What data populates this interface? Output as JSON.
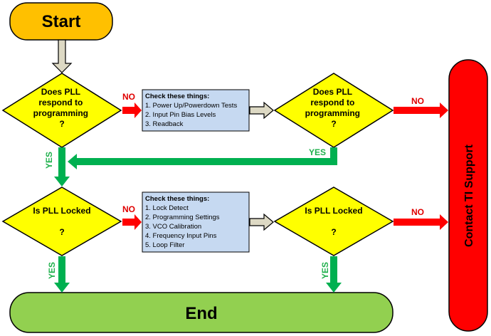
{
  "terminals": {
    "start": "Start",
    "end": "End",
    "support": "Contact TI Support"
  },
  "decisions": {
    "respond_1": [
      "Does PLL",
      "respond to",
      "programming",
      "?"
    ],
    "respond_2": [
      "Does PLL",
      "respond to",
      "programming",
      "?"
    ],
    "locked_1": [
      "Is PLL Locked",
      "?"
    ],
    "locked_2": [
      "Is PLL Locked",
      "?"
    ]
  },
  "checklists": {
    "programming": {
      "title": "Check these things:",
      "items": [
        "1.  Power Up/Powerdown Tests",
        "2.  Input Pin Bias Levels",
        "3.  Readback"
      ]
    },
    "lock": {
      "title": "Check these things:",
      "items": [
        "1.  Lock Detect",
        "2.  Programming Settings",
        "3. VCO Calibration",
        "4.  Frequency Input Pins",
        "5. Loop Filter"
      ]
    }
  },
  "labels": {
    "no": "NO",
    "yes": "YES"
  },
  "colors": {
    "start_fill": "#ffc000",
    "end_fill": "#92d050",
    "support_fill": "#ff0000",
    "decision_fill": "#ffff00",
    "checklist_fill": "#c6d9f1",
    "no_arrow": "#ff0000",
    "yes_arrow": "#00b050",
    "hollow_arrow": "#ddd9c4"
  }
}
